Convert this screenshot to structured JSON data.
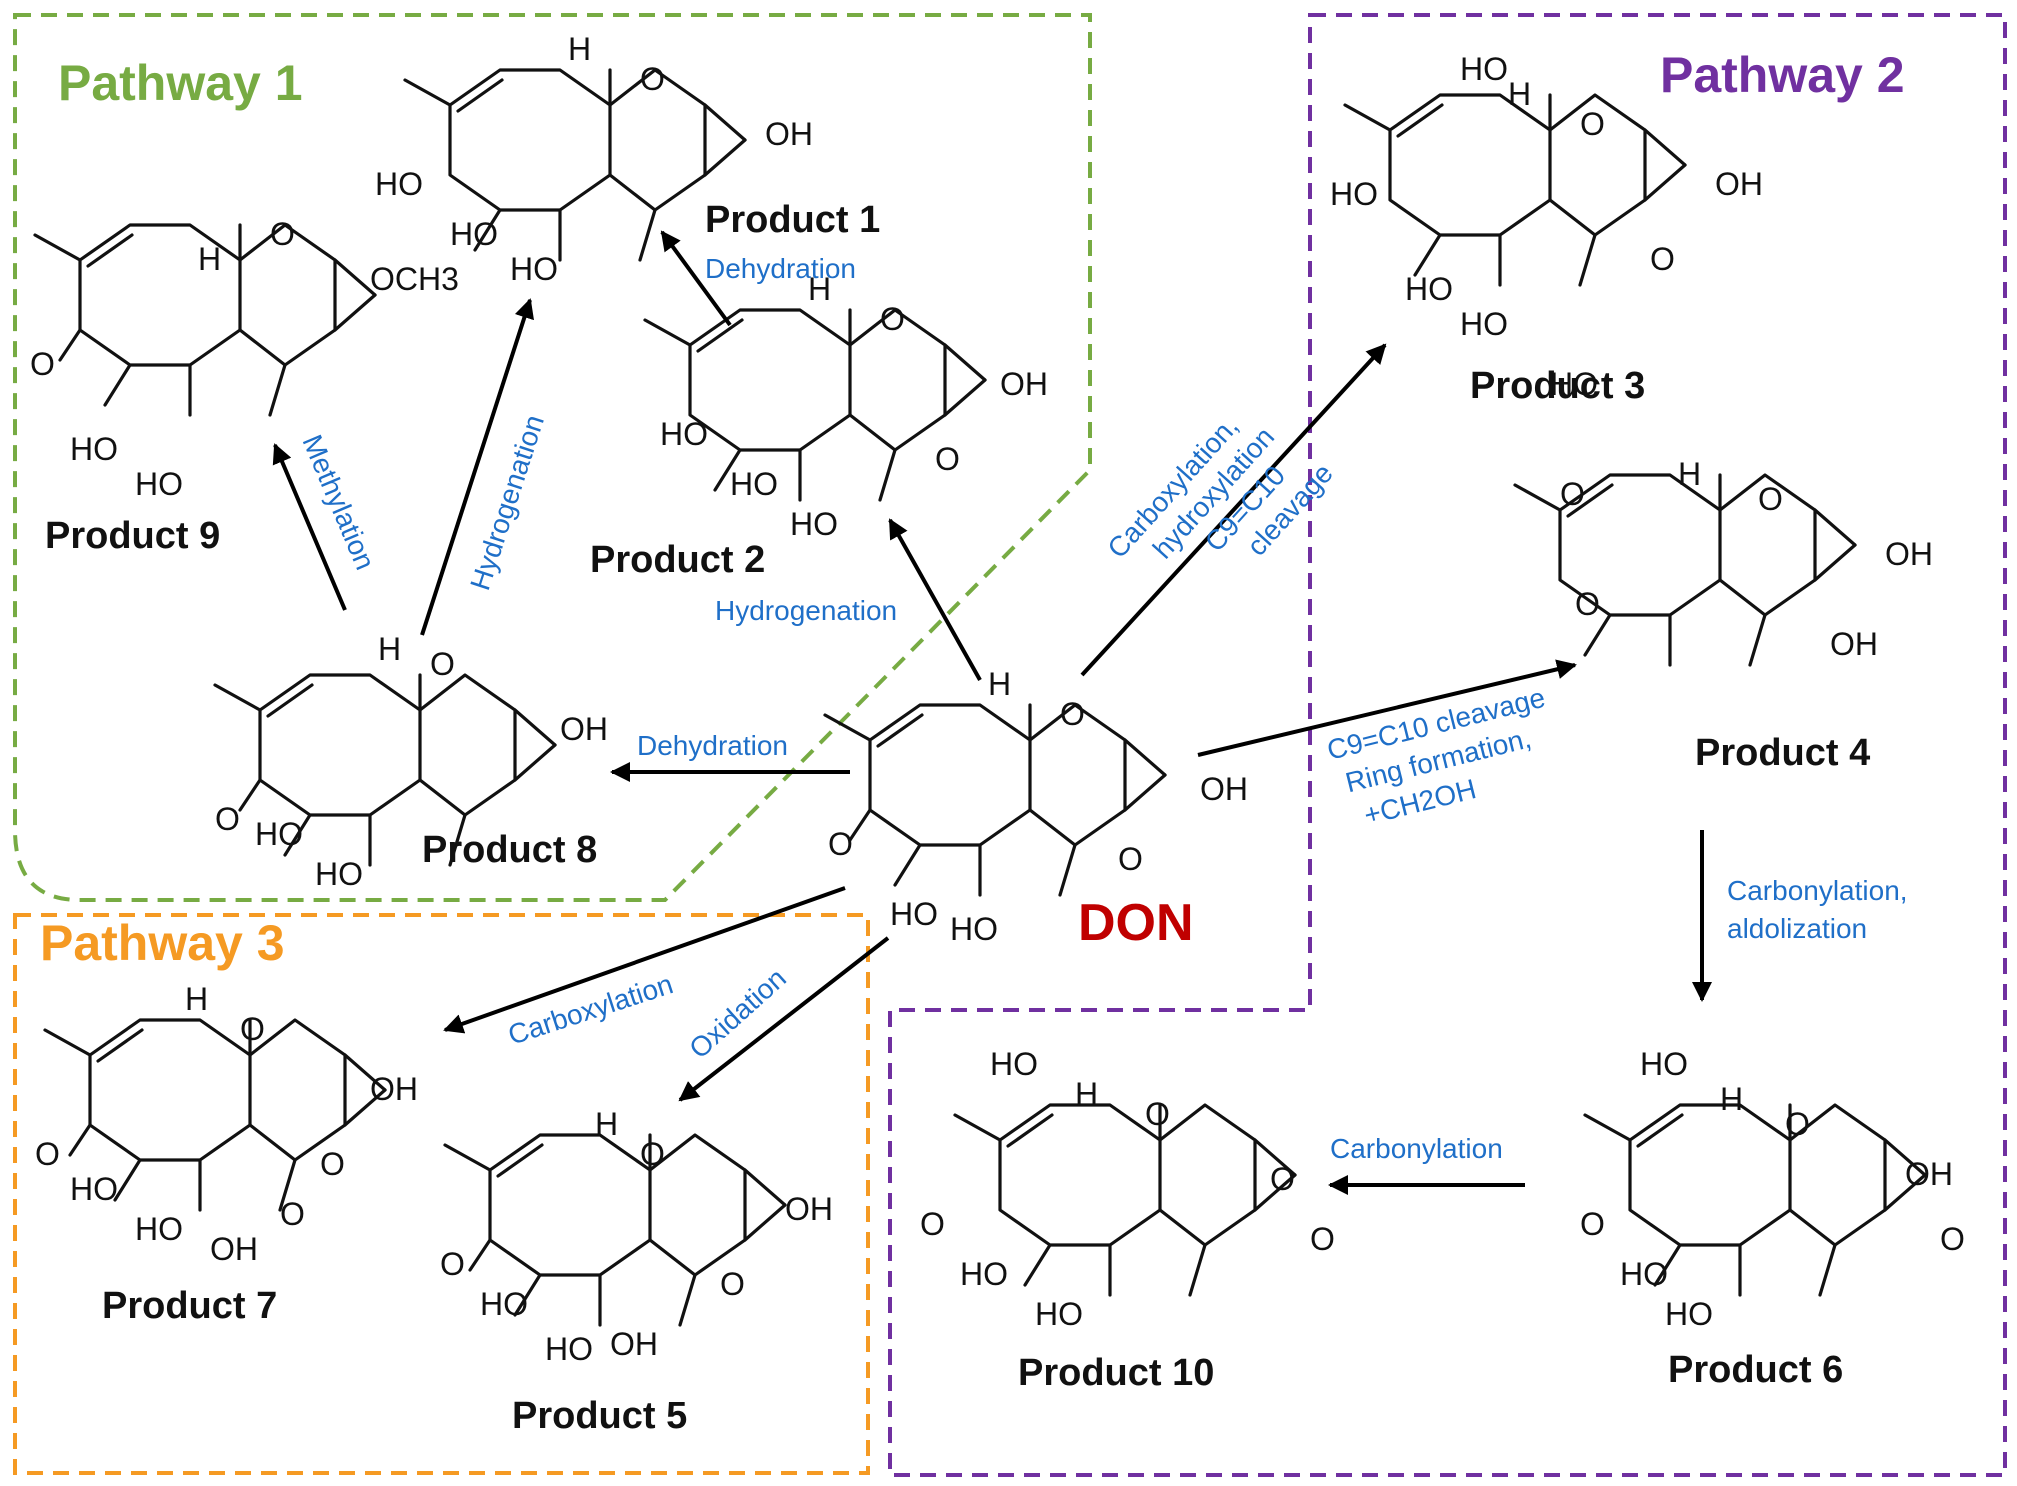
{
  "colors": {
    "pathway1": "#77ab43",
    "pathway2": "#7030a0",
    "pathway3": "#f59a23",
    "don": "#c00000",
    "reaction": "#1f6fc8",
    "ink": "#111111"
  },
  "pathways": {
    "p1": "Pathway 1",
    "p2": "Pathway 2",
    "p3": "Pathway 3"
  },
  "compounds": {
    "don": "DON",
    "product1": "Product 1",
    "product2": "Product 2",
    "product3": "Product 3",
    "product4": "Product 4",
    "product5": "Product 5",
    "product6": "Product 6",
    "product7": "Product 7",
    "product8": "Product 8",
    "product9": "Product 9",
    "product10": "Product 10"
  },
  "reactions": {
    "dehydration_p2_p1": "Dehydration",
    "hydrogenation_p8_p1": "Hydrogenation",
    "methylation": "Methylation",
    "hydrogenation_don_p2": "Hydrogenation",
    "dehydration_don_p8": "Dehydration",
    "don_p3_line1": "Carboxylation,",
    "don_p3_line2": "hydroxylation",
    "don_p3_line3": "C9=C10",
    "don_p3_line4": "cleavage",
    "don_p4_line1": "C9=C10 cleavage",
    "don_p4_line2": "Ring formation,",
    "don_p4_line3": "+CH2OH",
    "p4_p6_line1": "Carbonylation,",
    "p4_p6_line2": "aldolization",
    "carbonylation": "Carbonylation",
    "carboxylation": "Carboxylation",
    "oxidation": "Oxidation"
  },
  "atoms": {
    "H": "H",
    "O": "O",
    "OH": "OH",
    "HO": "HO",
    "OCH3": "OCH3"
  }
}
